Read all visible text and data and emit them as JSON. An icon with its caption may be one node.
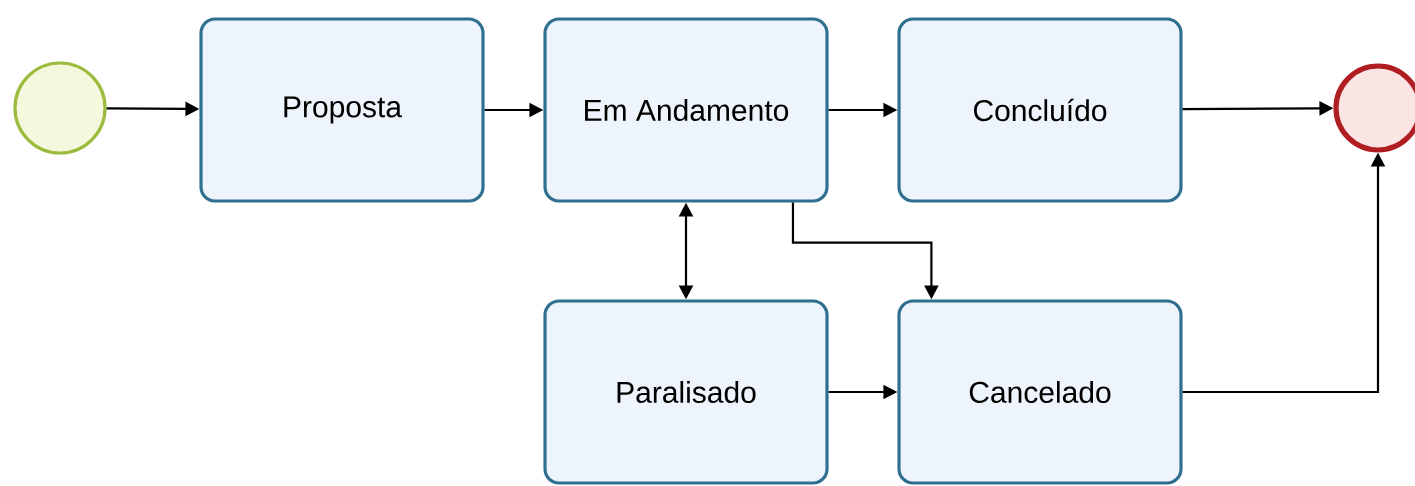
{
  "diagram": {
    "nodes": [
      {
        "text": [],
        "shape": "circle"
      },
      {
        "text": [
          "Proposta"
        ]
      },
      {
        "text": [
          "Em Andamento"
        ]
      },
      {
        "text": [
          "Concluído"
        ]
      },
      {
        "text": [],
        "shape": "circle"
      },
      {
        "text": [
          "Paralisado"
        ]
      },
      {
        "text": [
          "Cancelado"
        ]
      }
    ],
    "edges": [
      {
        "from": 0,
        "to": 1,
        "arrow": "to"
      },
      {
        "from": 1,
        "to": 2,
        "arrow": "to"
      },
      {
        "from": 2,
        "to": 3,
        "arrow": "to"
      },
      {
        "from": 3,
        "to": 4,
        "arrow": "to"
      },
      {
        "from": 2,
        "to": 5,
        "arrow": "both"
      },
      {
        "from": 2,
        "to": 6,
        "arrow": "to"
      },
      {
        "from": 5,
        "to": 6,
        "arrow": "to"
      },
      {
        "from": 6,
        "to": 4,
        "arrow": "to"
      }
    ]
  }
}
